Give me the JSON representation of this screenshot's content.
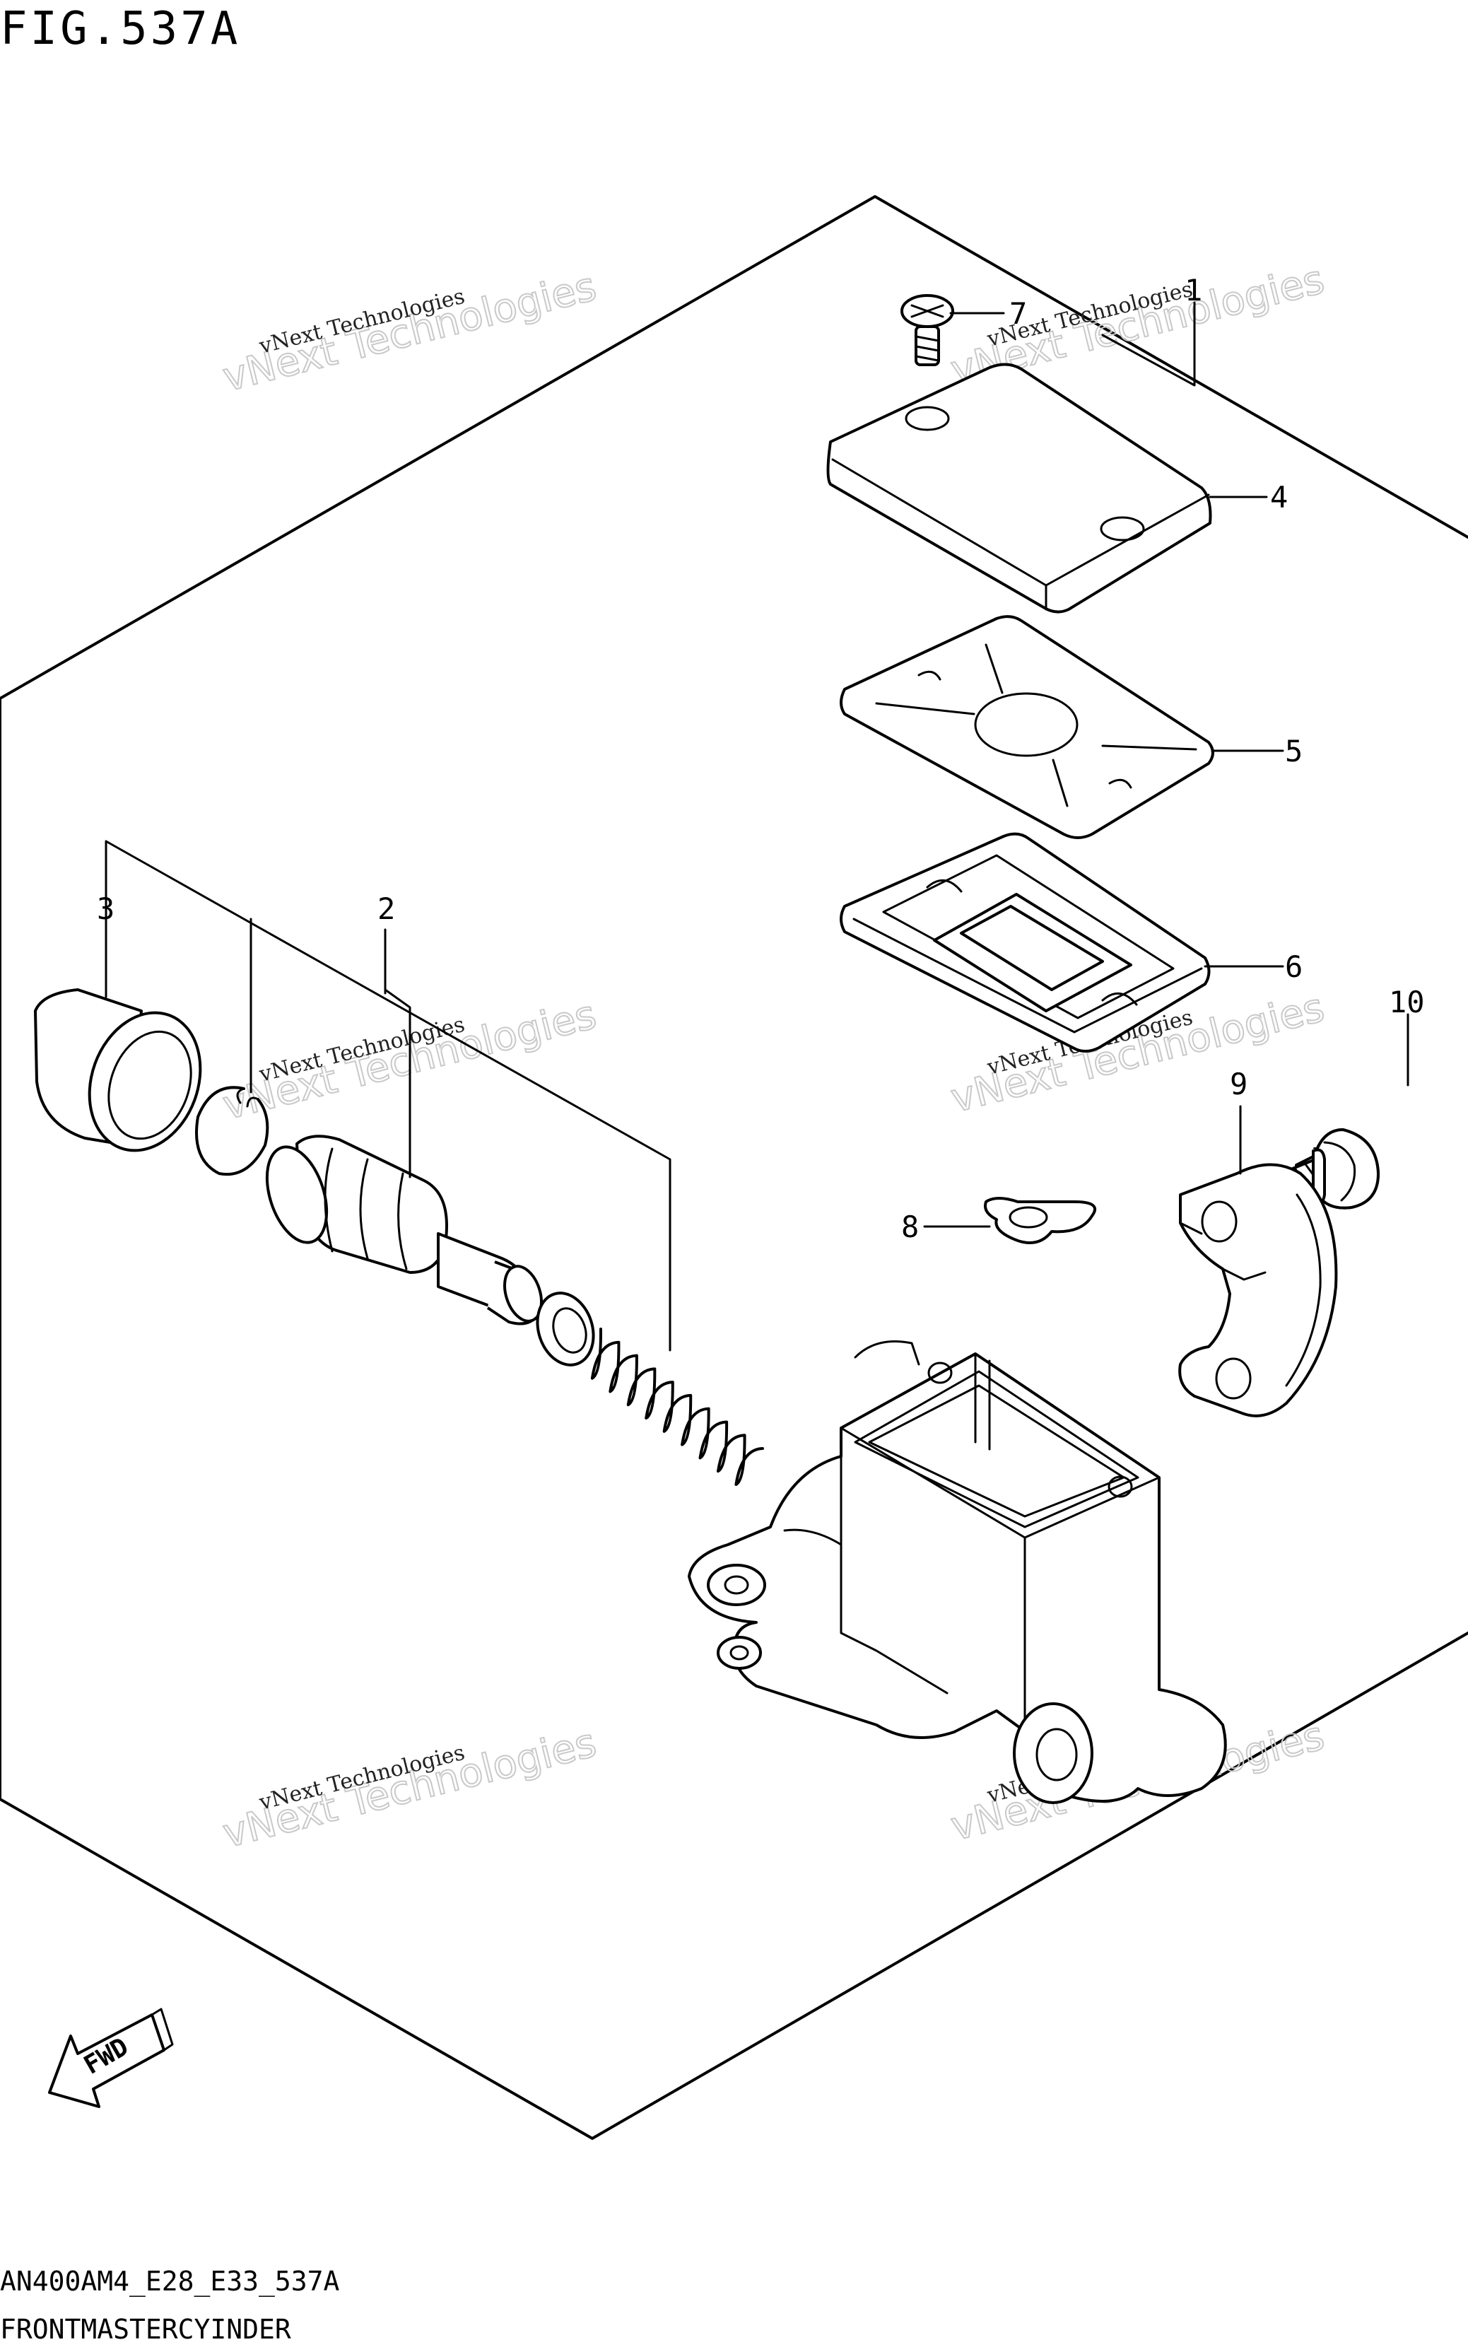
{
  "figure": {
    "title": "FIG.537A",
    "code": "AN400AM4_E28_E33_537A",
    "caption": "FRONTMASTERCYINDER"
  },
  "watermark": {
    "line1": "vNext Technologies",
    "line2": "vNext Technologies"
  },
  "fwd_label": "FWD",
  "callouts": [
    {
      "id": "1",
      "label": "1"
    },
    {
      "id": "2",
      "label": "2"
    },
    {
      "id": "3",
      "label": "3"
    },
    {
      "id": "4",
      "label": "4"
    },
    {
      "id": "5",
      "label": "5"
    },
    {
      "id": "6",
      "label": "6"
    },
    {
      "id": "7",
      "label": "7"
    },
    {
      "id": "8",
      "label": "8"
    },
    {
      "id": "9",
      "label": "9"
    },
    {
      "id": "10",
      "label": "10"
    }
  ]
}
